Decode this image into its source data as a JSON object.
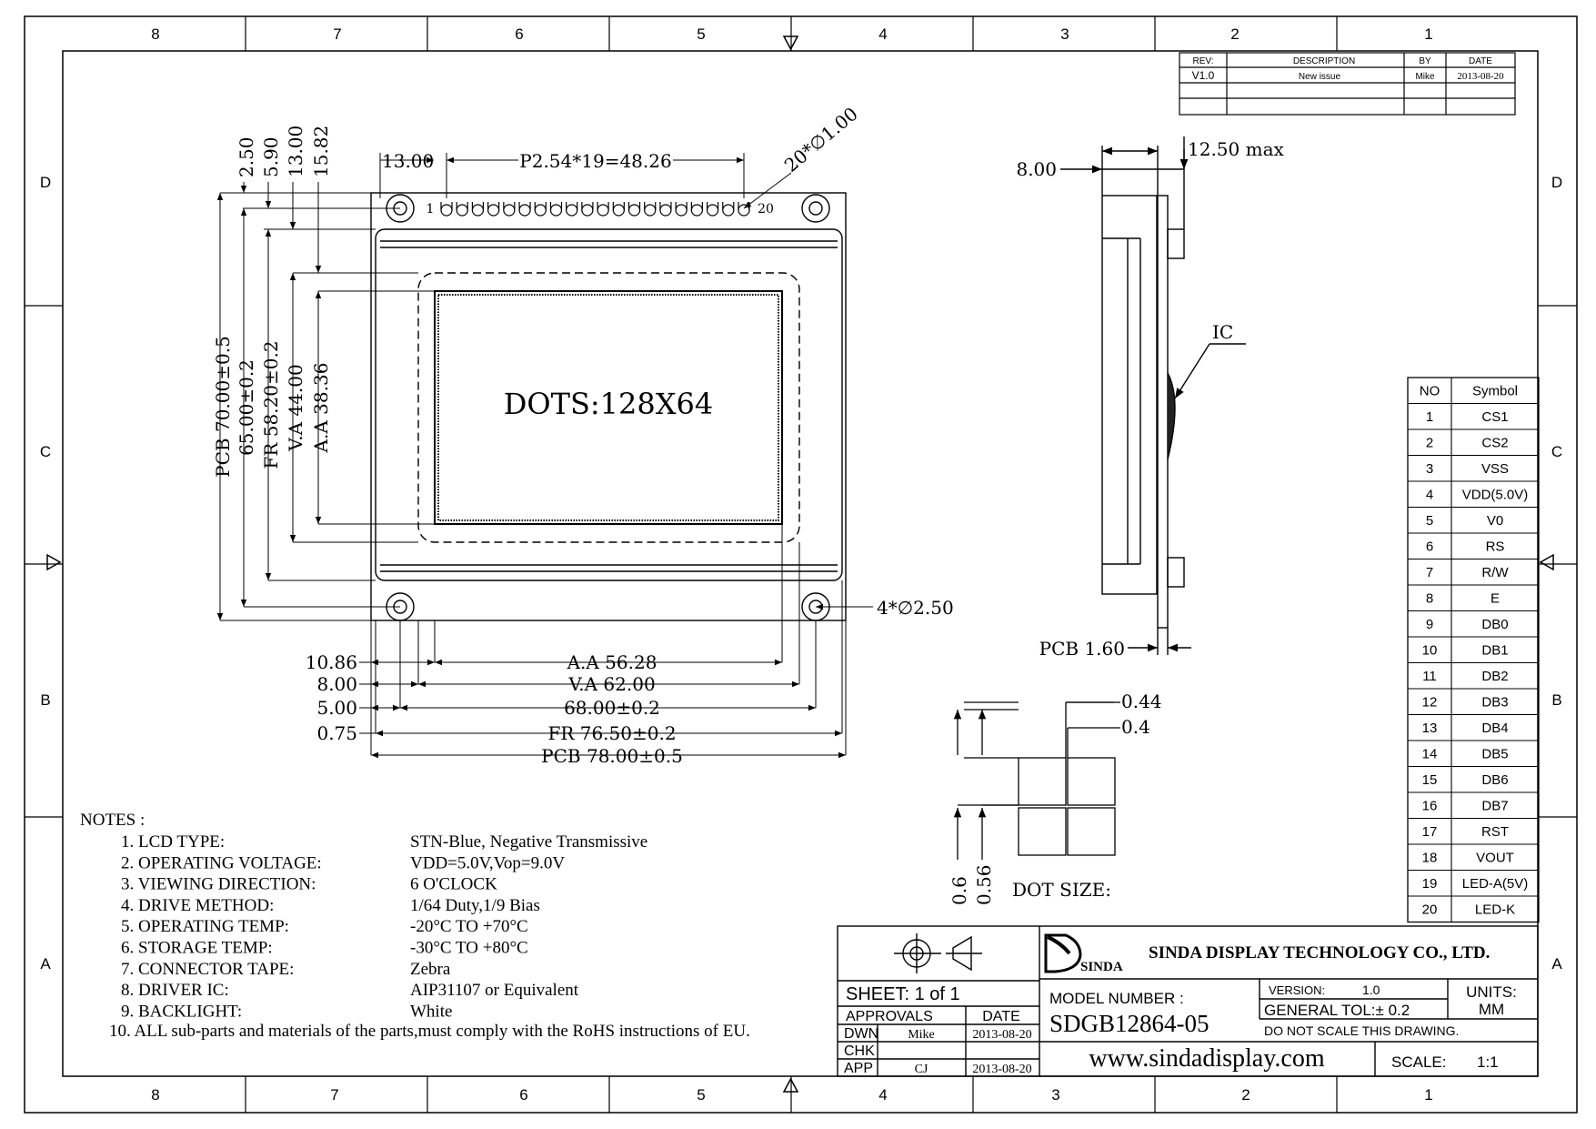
{
  "zones": {
    "columns": [
      "8",
      "7",
      "6",
      "5",
      "4",
      "3",
      "2",
      "1"
    ],
    "rows": [
      "D",
      "C",
      "B",
      "A"
    ]
  },
  "revision": {
    "headers": {
      "rev": "REV:",
      "description": "DESCRIPTION",
      "by": "BY",
      "date": "DATE"
    },
    "row": {
      "rev": "V1.0",
      "description": "New issue",
      "by": "Mike",
      "date": "2013-08-20"
    }
  },
  "front_view": {
    "screen_label": "DOTS:128X64",
    "pin_first": "1",
    "pin_last": "20",
    "top_dims": {
      "left": "13.00",
      "pitch": "P2.54*19=48.26",
      "holes": "20*∅1.00"
    },
    "vertical_dims": [
      "2.50",
      "5.90",
      "13.00",
      "15.82"
    ],
    "height_dims": [
      "PCB 70.00±0.5",
      "65.00±0.2",
      "FR 58.20±0.2",
      "V.A 44.00",
      "A.A 38.36"
    ],
    "mount_holes": "4*∅2.50",
    "bottom_left": [
      "10.86",
      "8.00",
      "5.00",
      "0.75"
    ],
    "bottom_dims": [
      "A.A 56.28",
      "V.A 62.00",
      "68.00±0.2",
      "FR 76.50±0.2",
      "PCB 78.00±0.5"
    ]
  },
  "side_view": {
    "left": "8.00",
    "max": "12.50 max",
    "ic": "IC",
    "pcb": "PCB 1.60"
  },
  "dot_size": {
    "label": "DOT SIZE:",
    "right": [
      "0.44",
      "0.4"
    ],
    "left": [
      "0.6",
      "0.56"
    ]
  },
  "pin_table": {
    "headers": {
      "no": "NO",
      "symbol": "Symbol"
    },
    "rows": [
      {
        "no": "1",
        "symbol": "CS1"
      },
      {
        "no": "2",
        "symbol": "CS2"
      },
      {
        "no": "3",
        "symbol": "VSS"
      },
      {
        "no": "4",
        "symbol": "VDD(5.0V)"
      },
      {
        "no": "5",
        "symbol": "V0"
      },
      {
        "no": "6",
        "symbol": "RS"
      },
      {
        "no": "7",
        "symbol": "R/W"
      },
      {
        "no": "8",
        "symbol": "E"
      },
      {
        "no": "9",
        "symbol": "DB0"
      },
      {
        "no": "10",
        "symbol": "DB1"
      },
      {
        "no": "11",
        "symbol": "DB2"
      },
      {
        "no": "12",
        "symbol": "DB3"
      },
      {
        "no": "13",
        "symbol": "DB4"
      },
      {
        "no": "14",
        "symbol": "DB5"
      },
      {
        "no": "15",
        "symbol": "DB6"
      },
      {
        "no": "16",
        "symbol": "DB7"
      },
      {
        "no": "17",
        "symbol": "RST"
      },
      {
        "no": "18",
        "symbol": "VOUT"
      },
      {
        "no": "19",
        "symbol": "LED-A(5V)"
      },
      {
        "no": "20",
        "symbol": "LED-K"
      }
    ]
  },
  "notes": {
    "title": "NOTES :",
    "items": [
      {
        "label": "1. LCD TYPE:",
        "value": "STN-Blue, Negative Transmissive"
      },
      {
        "label": "2. OPERATING VOLTAGE:",
        "value": "VDD=5.0V,Vop=9.0V"
      },
      {
        "label": "3. VIEWING DIRECTION:",
        "value": "6 O'CLOCK"
      },
      {
        "label": "4. DRIVE METHOD:",
        "value": "1/64 Duty,1/9 Bias"
      },
      {
        "label": "5. OPERATING TEMP:",
        "value": "-20°C TO +70°C"
      },
      {
        "label": "6. STORAGE TEMP:",
        "value": "-30°C TO +80°C"
      },
      {
        "label": "7. CONNECTOR TAPE:",
        "value": "Zebra"
      },
      {
        "label": "8. DRIVER IC:",
        "value": "AIP31107 or Equivalent"
      },
      {
        "label": "9. BACKLIGHT:",
        "value": "White"
      }
    ],
    "last": "10. ALL sub-parts and materials of the parts,must comply with the RoHS instructions of EU."
  },
  "title_block": {
    "company_logo": "SINDA",
    "company": "SINDA DISPLAY TECHNOLOGY CO., LTD.",
    "sheet": "SHEET:  1  of  1",
    "approvals": "APPROVALS",
    "date_header": "DATE",
    "rows": [
      {
        "role": "DWN",
        "name": "Mike",
        "date": "2013-08-20"
      },
      {
        "role": "CHK",
        "name": "",
        "date": ""
      },
      {
        "role": "APP",
        "name": "CJ",
        "date": "2013-08-20"
      }
    ],
    "model_label": "MODEL NUMBER :",
    "model": "SDGB12864-05",
    "version_label": "VERSION:",
    "version": "1.0",
    "units_label": "UNITS:",
    "units": "MM",
    "tolerance": "GENERAL TOL:± 0.2",
    "no_scale": "DO NOT SCALE THIS DRAWING.",
    "website": "www.sindadisplay.com",
    "scale_label": "SCALE:",
    "scale": "1:1"
  },
  "colors": {
    "line": "#000000",
    "paper": "#ffffff"
  }
}
